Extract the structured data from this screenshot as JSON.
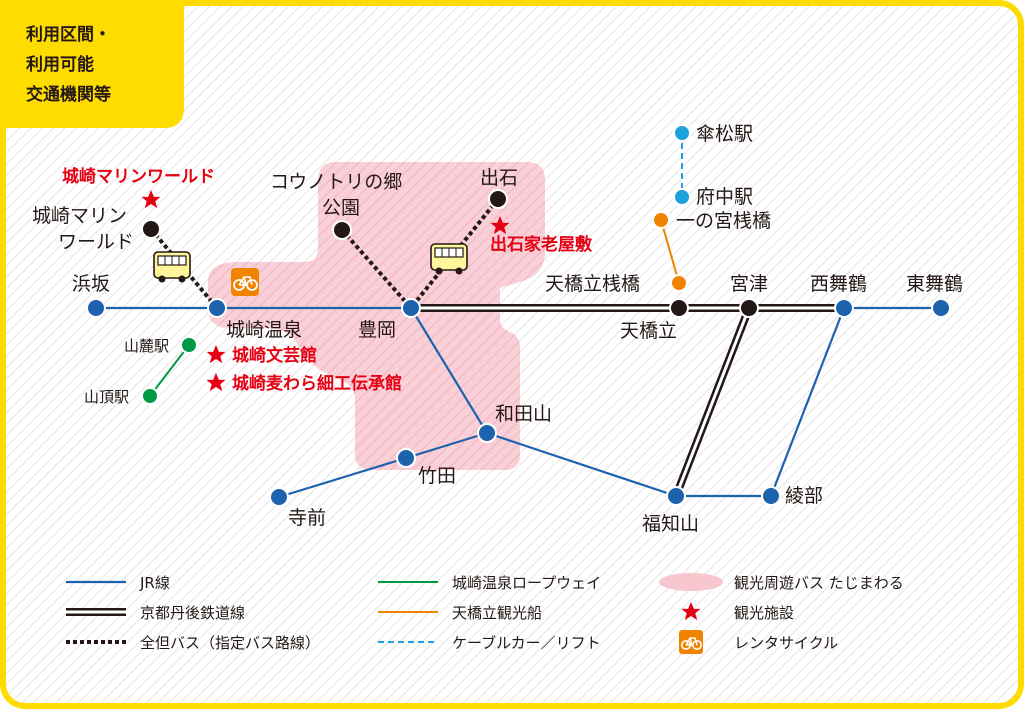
{
  "header": {
    "lines": [
      "利用区間・",
      "利用可能",
      "交通機関等"
    ]
  },
  "colors": {
    "border": "#ffdc00",
    "jr": "#1d62ad",
    "tango": "#231815",
    "bus": "#231815",
    "ropeway": "#009944",
    "boat": "#f08300",
    "cable": "#1ea0dc",
    "tourbus_area": "#f7c6cf",
    "poi": "#e60012",
    "cycle": "#f08300",
    "jr_station": "#1d62ad",
    "dark_station": "#231815"
  },
  "stations": {
    "hamasaka": "浜坂",
    "kinosaki_onsen": "城崎温泉",
    "toyooka": "豊岡",
    "wadayama": "和田山",
    "takeda": "竹田",
    "teramae": "寺前",
    "fukuchiyama": "福知山",
    "ayabe": "綾部",
    "nishi_maizuru": "西舞鶴",
    "higashi_maizuru": "東舞鶴",
    "miyazu": "宮津",
    "amanohashidate": "天橋立",
    "amanohashidate_sanbashi": "天橋立桟橋",
    "ichinomiya_sanbashi": "一の宮桟橋",
    "fuchu": "府中駅",
    "kasamatsu": "傘松駅",
    "sanroku": "山麓駅",
    "sancho": "山頂駅",
    "kinosaki_marine_world_stop_line1": "城崎マリン",
    "kinosaki_marine_world_stop_line2": "ワールド",
    "kounotori_line1": "コウノトリの郷",
    "kounotori_line2": "公園",
    "izushi": "出石"
  },
  "pois": {
    "marine_world": "城崎マリンワールド",
    "izushi_karoyashiki": "出石家老屋敷",
    "bungeikan": "城崎文芸館",
    "mugiwara": "城崎麦わら細工伝承館"
  },
  "legend": {
    "jr": "JR線",
    "tango": "京都丹後鉄道線",
    "bus": "全但バス（指定バス路線）",
    "ropeway": "城崎温泉ロープウェイ",
    "boat": "天橋立観光船",
    "cable": "ケーブルカー／リフト",
    "tourbus": "観光周遊バス たじまわる",
    "facility": "観光施設",
    "cycle": "レンタサイクル"
  },
  "icons": {
    "bus": "bus-icon",
    "bicycle": "bicycle-icon",
    "star": "star-icon"
  }
}
